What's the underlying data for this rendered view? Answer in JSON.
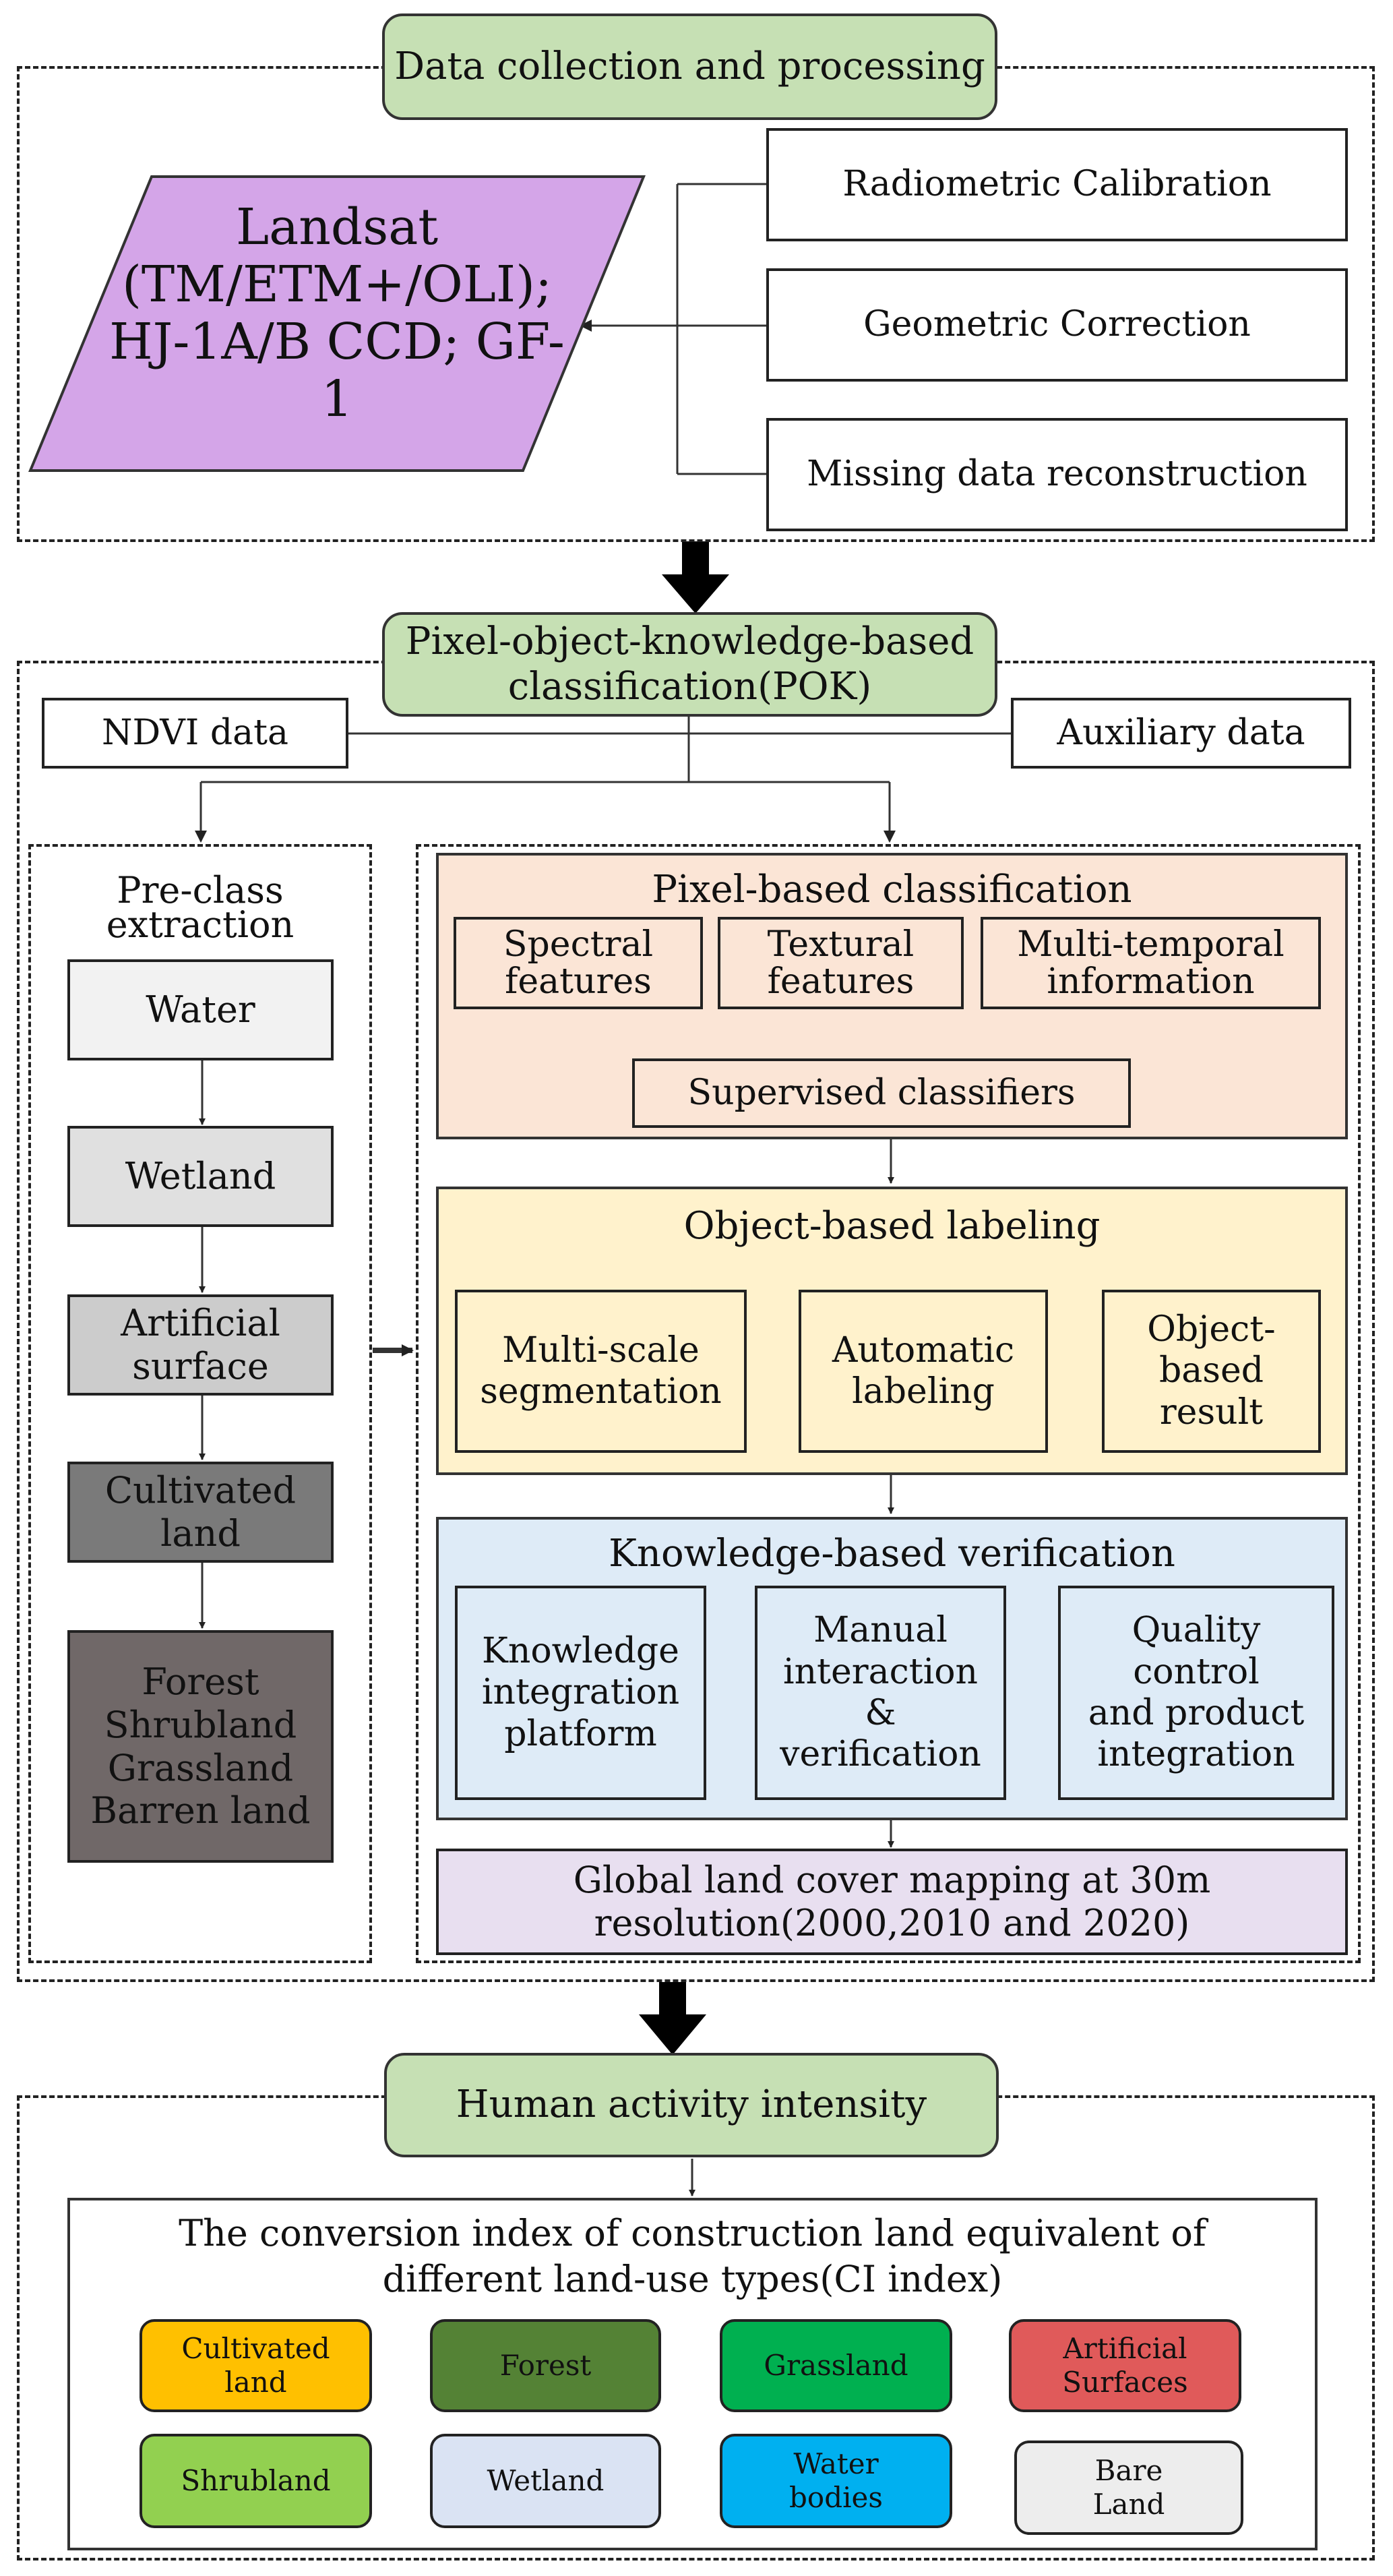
{
  "section1": {
    "title": "Data collection and processing",
    "source": "Landsat\n(TM/ETM+/OLI);\nHJ-1A/B CCD; GF-1",
    "steps": [
      "Radiometric Calibration",
      "Geometric Correction",
      "Missing data reconstruction"
    ]
  },
  "section2": {
    "title": "Pixel-object-knowledge-based\nclassification(POK)",
    "inputs": [
      "NDVI data",
      "Auxiliary data"
    ],
    "preclass": {
      "title": "Pre-class\nextraction",
      "items": [
        "Water",
        "Wetland",
        "Artificial\nsurface",
        "Cultivated\nland",
        "Forest\nShrubland\nGrassland\nBarren land"
      ]
    },
    "pixel": {
      "title": "Pixel-based classification",
      "features": [
        "Spectral\nfeatures",
        "Textural\nfeatures",
        "Multi-temporal\ninformation"
      ],
      "classifier": "Supervised classifiers"
    },
    "object": {
      "title": "Object-based labeling",
      "steps": [
        "Multi-scale\nsegmentation",
        "Automatic\nlabeling",
        "Object-\nbased\nresult"
      ]
    },
    "knowledge": {
      "title": "Knowledge-based verification",
      "steps": [
        "Knowledge\nintegration\nplatform",
        "Manual\ninteraction\n&\nverification",
        "Quality\ncontrol\nand product\nintegration"
      ]
    },
    "output": "Global land cover mapping at 30m\nresolution(2000,2010 and 2020)"
  },
  "section3": {
    "title": "Human activity intensity",
    "ci_title": "The conversion index of construction land equivalent of\ndifferent land-use types(CI index)",
    "types": [
      {
        "label": "Cultivated\nland",
        "color": "#ffc000"
      },
      {
        "label": "Forest",
        "color": "#548235"
      },
      {
        "label": "Grassland",
        "color": "#00b050"
      },
      {
        "label": "Artificial\nSurfaces",
        "color": "#e05a5a"
      },
      {
        "label": "Shrubland",
        "color": "#92d050"
      },
      {
        "label": "Wetland",
        "color": "#dae3f3"
      },
      {
        "label": "Water\nbodies",
        "color": "#00b0f0"
      },
      {
        "label": "Bare\nLand",
        "color": "#ededed"
      }
    ]
  },
  "colors": {
    "pill": "#c6e0b4",
    "landsat": "#d4a5e8",
    "pixel_bg": "#fbe5d6",
    "object_bg": "#fff2cc",
    "knowledge_bg": "#deebf7",
    "output_bg": "#e8dff0",
    "preclass": [
      "#f2f2f2",
      "#e0e0e0",
      "#cccccc",
      "#7a7a7a",
      "#706868"
    ]
  }
}
